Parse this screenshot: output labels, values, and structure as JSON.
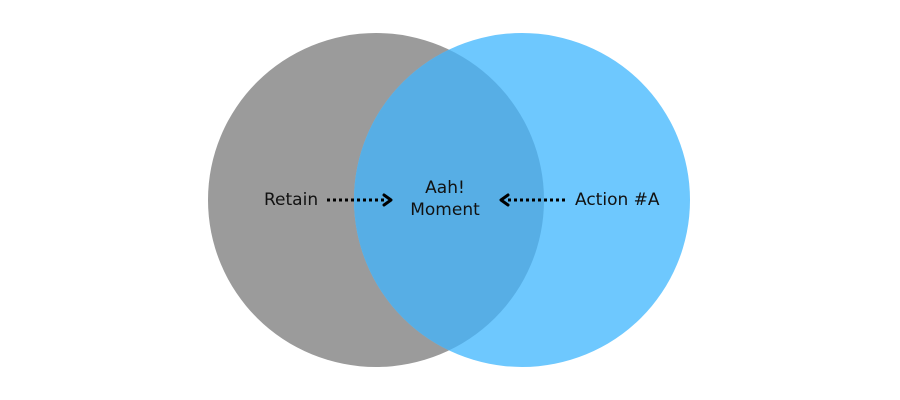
{
  "diagram": {
    "left_set": {
      "label": "Retain",
      "color": "#9b9b9b"
    },
    "right_set": {
      "label": "Action #A",
      "color": "#6ec8fe"
    },
    "overlap": {
      "label_line1": "Aah!",
      "label_line2": "Moment",
      "color": "#57aee5"
    },
    "arrow_color": "#000000"
  }
}
